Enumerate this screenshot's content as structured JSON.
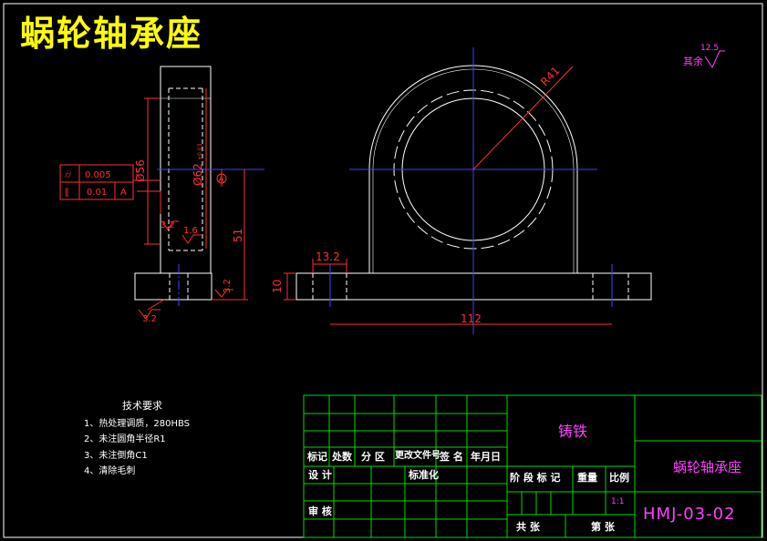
{
  "title": "蜗轮轴承座",
  "surface_note": {
    "label": "其余",
    "value": "12.5"
  },
  "dimensions": {
    "side_diameter": "Ø56",
    "bore_diameter": "Ø62",
    "bore_tolerance": "+0.03",
    "datum": "A",
    "slot_left": "3.2",
    "slot_right": "1.6",
    "base_rough_right": "3.2",
    "base_rough_bottom": "3.2",
    "height": "51",
    "radius": "R41",
    "hole_offset": "13.2",
    "base_thickness": "10",
    "overall_width": "112"
  },
  "tolerance_frame": {
    "row1": {
      "symbol": "⌭",
      "value": "0.005"
    },
    "row2": {
      "symbol": "∥",
      "value": "0.01",
      "datum": "A"
    }
  },
  "tech_requirements": {
    "heading": "技术要求",
    "items": [
      "1、热处理调质，280HBS",
      "2、未注圆角半径R1",
      "3、未注倒角C1",
      "4、清除毛刺"
    ]
  },
  "title_block": {
    "material": "铸铁",
    "part_name": "蜗轮轴承座",
    "drawing_no": "HMJ-03-02",
    "scale": "1:1",
    "headers": [
      "标记",
      "处数",
      "分 区",
      "更改文件号",
      "签 名",
      "年月日"
    ],
    "design": "设 计",
    "standard": "标准化",
    "review": "审 核",
    "stage": "阶 段 标 记",
    "weight": "重量",
    "ratio": "比例",
    "total": "共  张",
    "sheet": "第  张"
  }
}
